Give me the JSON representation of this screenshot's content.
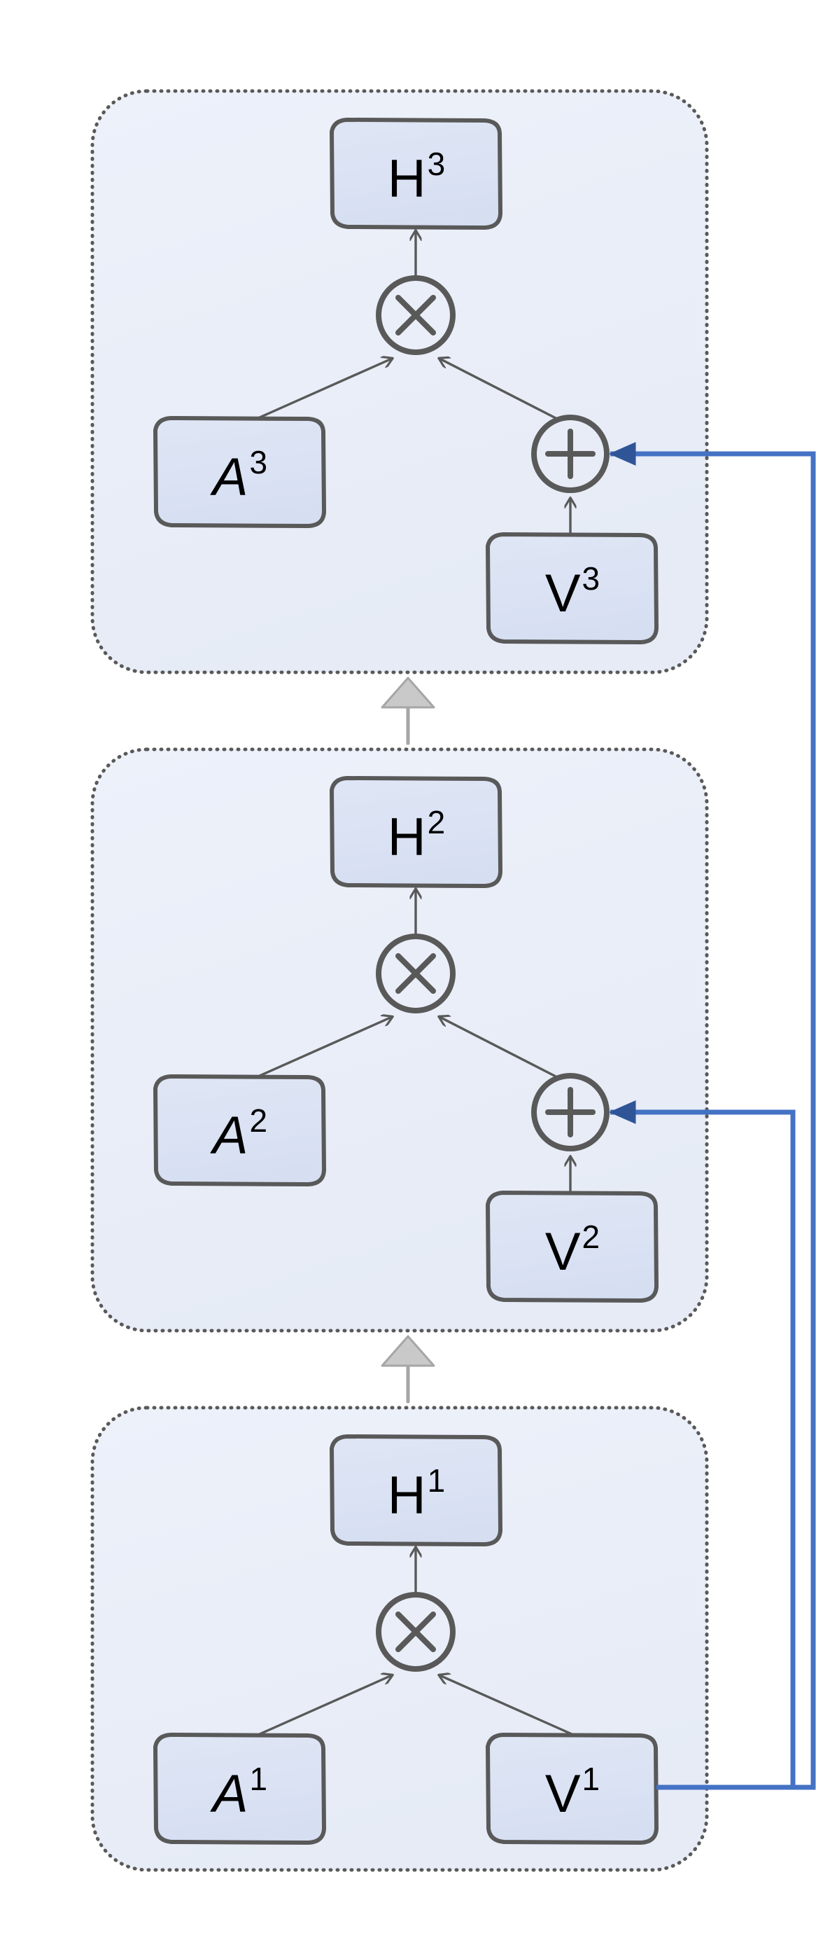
{
  "diagram": {
    "title": "Hierarchical attention-value stack",
    "type": "block-flow-diagram",
    "colors": {
      "block_fill": "#e9eef8",
      "block_border": "#595959",
      "node_fill": "#dbe3f4",
      "node_border": "#595959",
      "operator_stroke": "#595959",
      "arrow_gray": "#595959",
      "skip_connection_blue": "#4472c4",
      "block_arrow_fill": "#c9c9c9",
      "block_arrow_border": "#a6a6a6",
      "text": "#000000",
      "background": "#ffffff"
    },
    "blocks": [
      {
        "id": "layer-3",
        "order": 3,
        "nodes": {
          "output": {
            "id": "H3",
            "base": "H",
            "sup": "3",
            "italic": false
          },
          "attention": {
            "id": "A3",
            "base": "A",
            "sup": "3",
            "italic": true
          },
          "value": {
            "id": "V3",
            "base": "V",
            "sup": "3",
            "italic": false
          }
        },
        "operators": {
          "multiply": {
            "id": "mul-3",
            "glyph": "×",
            "name": "multiply-operator"
          },
          "add": {
            "id": "add-3",
            "glyph": "+",
            "name": "add-operator"
          }
        }
      },
      {
        "id": "layer-2",
        "order": 2,
        "nodes": {
          "output": {
            "id": "H2",
            "base": "H",
            "sup": "2",
            "italic": false
          },
          "attention": {
            "id": "A2",
            "base": "A",
            "sup": "2",
            "italic": true
          },
          "value": {
            "id": "V2",
            "base": "V",
            "sup": "2",
            "italic": false
          }
        },
        "operators": {
          "multiply": {
            "id": "mul-2",
            "glyph": "×",
            "name": "multiply-operator"
          },
          "add": {
            "id": "add-2",
            "glyph": "+",
            "name": "add-operator"
          }
        }
      },
      {
        "id": "layer-1",
        "order": 1,
        "nodes": {
          "output": {
            "id": "H1",
            "base": "H",
            "sup": "1",
            "italic": false
          },
          "attention": {
            "id": "A1",
            "base": "A",
            "sup": "1",
            "italic": true
          },
          "value": {
            "id": "V1",
            "base": "V",
            "sup": "1",
            "italic": false
          }
        },
        "operators": {
          "multiply": {
            "id": "mul-1",
            "glyph": "×",
            "name": "multiply-operator"
          }
        }
      }
    ],
    "connections": {
      "block_arrows": [
        {
          "from": "layer-1",
          "to": "layer-2",
          "style": "thick-gray-block-arrow"
        },
        {
          "from": "layer-2",
          "to": "layer-3",
          "style": "thick-gray-block-arrow"
        }
      ],
      "skip_connections": [
        {
          "from": "V1",
          "to": "add-2",
          "style": "blue-elbow-arrow"
        },
        {
          "from": "V1",
          "to": "add-3",
          "style": "blue-elbow-arrow"
        }
      ]
    }
  }
}
